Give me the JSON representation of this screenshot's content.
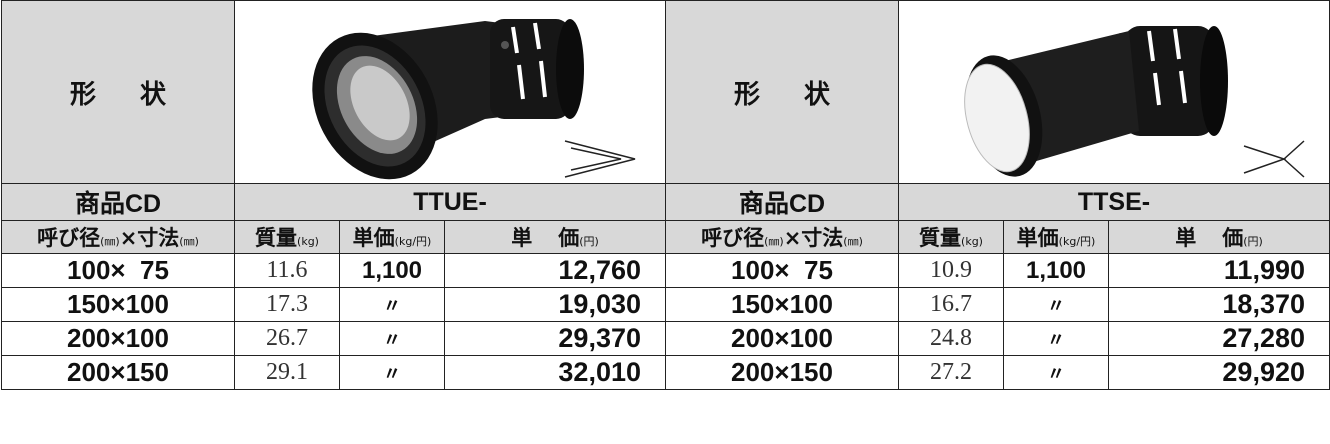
{
  "left": {
    "shape_label": [
      "形",
      "状"
    ],
    "code_label": "商品CD",
    "code_value": "TTUE-",
    "icon": "reducer-spigot-end-icon",
    "headers": {
      "size": "呼び径",
      "size_unit1": "(㎜)",
      "size_x": "×寸法",
      "size_unit2": "(㎜)",
      "weight": "質量",
      "weight_unit": "(kg)",
      "unit_price": "単価",
      "unit_price_unit": "(kg/円)",
      "price_a": "単",
      "price_b": "価",
      "price_unit": "(円)"
    },
    "rows": [
      {
        "size": "100×  75",
        "weight": "11.6",
        "unit_price": "1,100",
        "price": "12,760"
      },
      {
        "size": "150×100",
        "weight": "17.3",
        "unit_price": "〃",
        "price": "19,030"
      },
      {
        "size": "200×100",
        "weight": "26.7",
        "unit_price": "〃",
        "price": "29,370"
      },
      {
        "size": "200×150",
        "weight": "29.1",
        "unit_price": "〃",
        "price": "32,010"
      }
    ]
  },
  "right": {
    "shape_label": [
      "形",
      "状"
    ],
    "code_label": "商品CD",
    "code_value": "TTSE-",
    "icon": "reducer-socket-end-icon",
    "headers": {
      "size": "呼び径",
      "size_unit1": "(㎜)",
      "size_x": "×寸法",
      "size_unit2": "(㎜)",
      "weight": "質量",
      "weight_unit": "(kg)",
      "unit_price": "単価",
      "unit_price_unit": "(kg/円)",
      "price_a": "単",
      "price_b": "価",
      "price_unit": "(円)"
    },
    "rows": [
      {
        "size": "100×  75",
        "weight": "10.9",
        "unit_price": "1,100",
        "price": "11,990"
      },
      {
        "size": "150×100",
        "weight": "16.7",
        "unit_price": "〃",
        "price": "18,370"
      },
      {
        "size": "200×100",
        "weight": "24.8",
        "unit_price": "〃",
        "price": "27,280"
      },
      {
        "size": "200×150",
        "weight": "27.2",
        "unit_price": "〃",
        "price": "29,920"
      }
    ]
  }
}
